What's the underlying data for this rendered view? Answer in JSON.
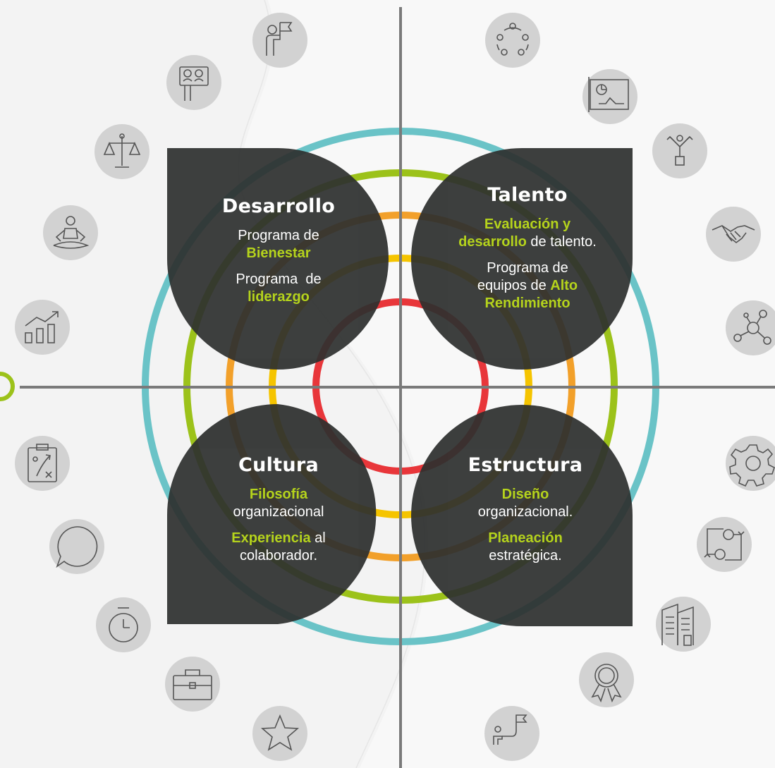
{
  "colors": {
    "background": "#f3f3f3",
    "panel": "#2e302f",
    "highlight": "#b5d31c",
    "ring_outer": "#6ac3c7",
    "ring_2": "#9cc21a",
    "ring_3": "#f2a02a",
    "ring_4": "#f5c400",
    "ring_inner": "#e8363a",
    "axis": "#7a7a7a",
    "icon_circle": "#d2d2d2"
  },
  "quadrants": {
    "desarrollo": {
      "title": "Desarrollo",
      "item1_pre": "Programa de",
      "item1_hl": "Bienestar",
      "item2_pre": "Programa  de",
      "item2_hl": "liderazgo"
    },
    "talento": {
      "title": "Talento",
      "item1_hl_a": "Evaluación y",
      "item1_hl_b": "desarrollo",
      "item1_post": " de talento.",
      "item2_pre_a": "Programa de",
      "item2_pre_b": "equipos de ",
      "item2_hl_a": "Alto",
      "item2_hl_b": "Rendimiento"
    },
    "cultura": {
      "title": "Cultura",
      "item1_hl": "Filosofía",
      "item1_post": "organizacional",
      "item2_hl": "Experiencia",
      "item2_post_a": " al",
      "item2_post_b": "colaborador."
    },
    "estructura": {
      "title": "Estructura",
      "item1_hl": "Diseño",
      "item1_post": "organizacional.",
      "item2_hl": "Planeación",
      "item2_post": "estratégica."
    }
  },
  "icons": {
    "left": [
      "presenter-flag-icon",
      "teacher-board-icon",
      "balance-scale-icon",
      "meditation-icon",
      "growth-chart-icon",
      "strategy-clipboard-icon",
      "chat-bubble-icon",
      "stopwatch-icon",
      "briefcase-icon",
      "star-icon"
    ],
    "right": [
      "team-circle-icon",
      "dashboard-screen-icon",
      "career-path-icon",
      "handshake-icon",
      "network-people-icon",
      "gear-icon",
      "process-cycle-icon",
      "office-buildings-icon",
      "award-ribbon-icon",
      "goal-path-icon"
    ]
  }
}
